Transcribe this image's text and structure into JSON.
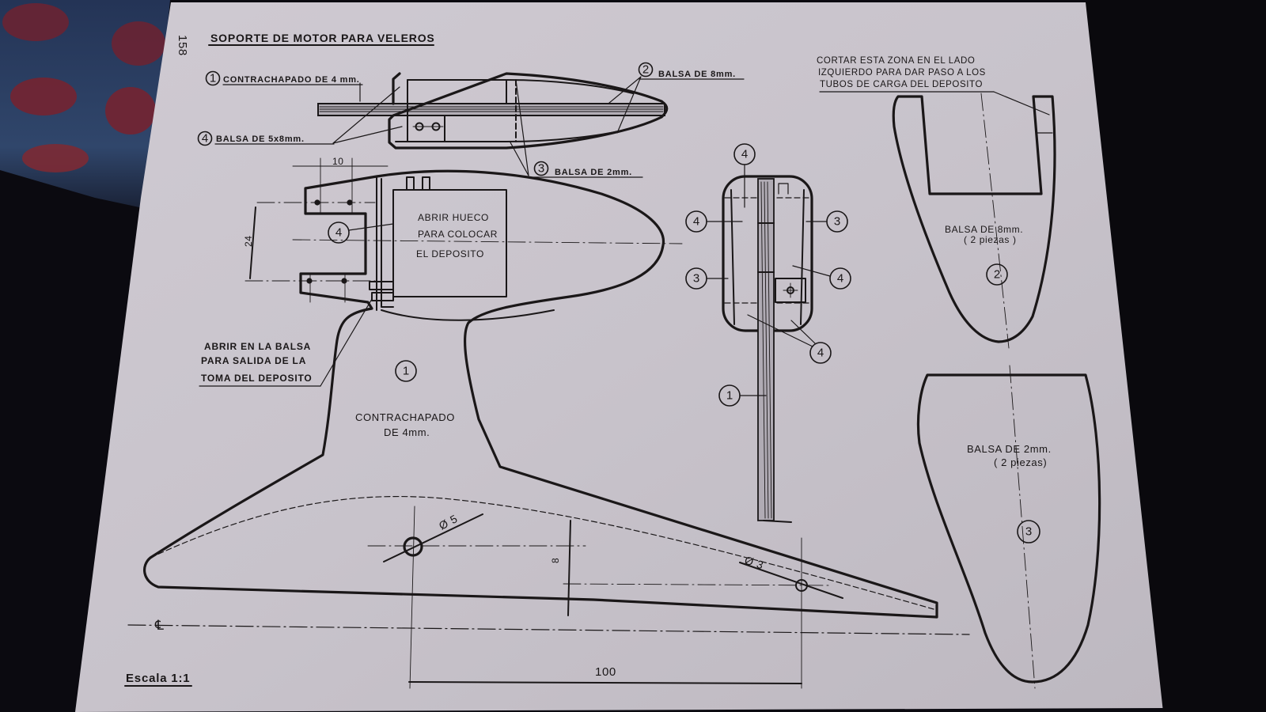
{
  "page": {
    "page_number": "158",
    "title": "SOPORTE DE MOTOR PARA VELEROS",
    "scale_label": "Escala 1:1",
    "colors": {
      "paper": "#c9c4cc",
      "ink": "#1a1718",
      "background": "#0b0a10",
      "cloth_blue": "#2c3f63",
      "cloth_red": "#7a2530"
    }
  },
  "top_view": {
    "callouts": [
      {
        "number": "1",
        "text": "CONTRACHAPADO DE 4 mm."
      },
      {
        "number": "4",
        "text": "BALSA DE 5x8mm."
      },
      {
        "number": "2",
        "text": "BALSA DE 8mm."
      },
      {
        "number": "3",
        "text": "BALSA DE 2mm."
      }
    ]
  },
  "side_view": {
    "dim_top": "10",
    "dim_height": "24",
    "bubble_4": "4",
    "bubble_1": "1",
    "tank_note": [
      "ABRIR HUECO",
      "PARA COLOCAR",
      "EL DEPOSITO"
    ],
    "outlet_note": [
      "ABRIR EN LA BALSA",
      "PARA SALIDA DE LA",
      "TOMA DEL DEPOSITO"
    ],
    "material_note": [
      "CONTRACHAPADO",
      "DE 4mm."
    ],
    "hole_large": "Ø 5",
    "hole_small": "Ø 3",
    "dim_vertical": "8",
    "dim_length": "100",
    "centerline_symbol": "℄"
  },
  "front_view": {
    "bubbles": [
      "4",
      "4",
      "3",
      "3",
      "4",
      "4",
      "1"
    ]
  },
  "part_2": {
    "cut_note": [
      "CORTAR ESTA ZONA EN EL LADO",
      "IZQUIERDO PARA DAR PASO A LOS",
      "TUBOS DE CARGA DEL DEPOSITO"
    ],
    "material": "BALSA DE 8mm.",
    "quantity": "( 2 piezas )",
    "number": "2"
  },
  "part_3": {
    "material": "BALSA DE 2mm.",
    "quantity": "( 2 piezas)",
    "number": "3"
  }
}
